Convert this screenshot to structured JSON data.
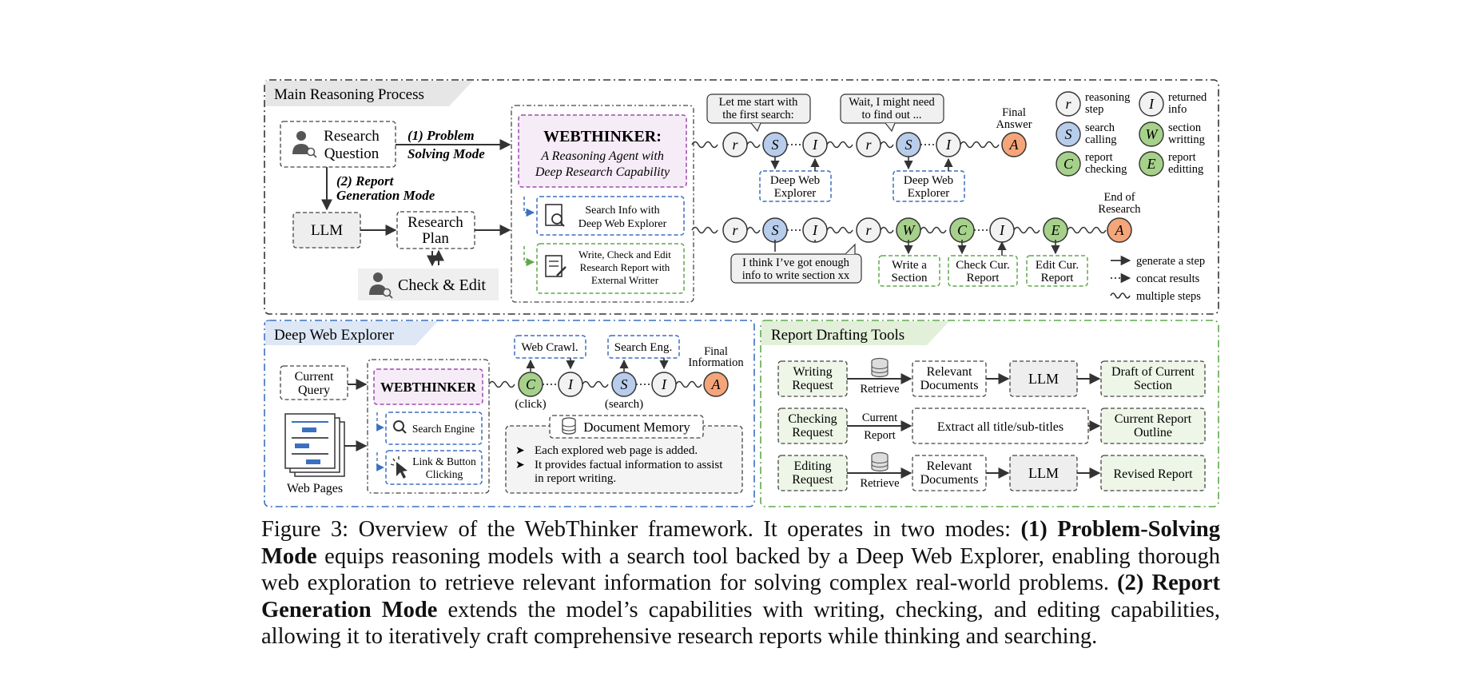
{
  "main": {
    "title": "Main Reasoning Process",
    "research_question": [
      "Research",
      "Question"
    ],
    "problem_mode": [
      "(1) Problem",
      "Solving Mode"
    ],
    "report_mode": [
      "(2) Report",
      "Generation Mode"
    ],
    "llm": "LLM",
    "research_plan": [
      "Research",
      "Plan"
    ],
    "check_edit": "Check & Edit",
    "webthinker_title": "WEBTHINKER:",
    "webthinker_subtitle": [
      "A Reasoning Agent with",
      "Deep Research Capability"
    ],
    "tool_search": [
      "Search Info with",
      "Deep Web Explorer"
    ],
    "tool_write": [
      "Write, Check and Edit",
      "Research Report with",
      "External Writter"
    ],
    "bubble1": [
      "Let me start with",
      "the first search:"
    ],
    "bubble2": [
      "Wait, I might need",
      "to find out ..."
    ],
    "bubble3": [
      "I think I’ve got enough",
      "info to write section xx"
    ],
    "final_answer": [
      "Final",
      "Answer"
    ],
    "end_research": [
      "End of",
      "Research"
    ],
    "dwe_box": [
      "Deep Web",
      "Explorer"
    ],
    "write_section": [
      "Write a",
      "Section"
    ],
    "check_report": [
      "Check Cur.",
      "Report"
    ],
    "edit_report": [
      "Edit Cur.",
      "Report"
    ],
    "row1_nodes": [
      "r",
      "S",
      "I",
      "r",
      "S",
      "I",
      "A"
    ],
    "row2_nodes": [
      "r",
      "S",
      "I",
      "r",
      "W",
      "C",
      "I",
      "E",
      "A"
    ]
  },
  "legend": {
    "items": [
      {
        "sym": "r",
        "lines": [
          "reasoning",
          "step"
        ],
        "color": "#f2f2f2"
      },
      {
        "sym": "I",
        "lines": [
          "returned",
          "info"
        ],
        "color": "#f2f2f2"
      },
      {
        "sym": "S",
        "lines": [
          "search",
          "calling"
        ],
        "color": "#b8cdeb"
      },
      {
        "sym": "W",
        "lines": [
          "section",
          "writting"
        ],
        "color": "#a6d18a"
      },
      {
        "sym": "C",
        "lines": [
          "report",
          "checking"
        ],
        "color": "#a6d18a"
      },
      {
        "sym": "E",
        "lines": [
          "report",
          "editting"
        ],
        "color": "#a6d18a"
      }
    ],
    "arrows": [
      "generate a step",
      "concat results",
      "multiple steps"
    ]
  },
  "dwe": {
    "title": "Deep Web Explorer",
    "current_query": [
      "Current",
      "Query"
    ],
    "web_pages": "Web Pages",
    "webthinker": "WEBTHINKER",
    "search_engine": "Search Engine",
    "link_click": [
      "Link & Button",
      "Clicking"
    ],
    "web_crawl": "Web Crawl.",
    "search_eng": "Search Eng.",
    "click_label": "(click)",
    "search_label": "(search)",
    "final_info": [
      "Final",
      "Information"
    ],
    "doc_memory": "Document Memory",
    "memory_bullets": [
      "Each explored web page is added.",
      "It provides factual information to assist",
      "in report writing."
    ],
    "nodes": [
      "C",
      "I",
      "S",
      "I",
      "A"
    ]
  },
  "tools": {
    "title": "Report Drafting Tools",
    "rows": [
      {
        "req": [
          "Writing",
          "Request"
        ],
        "mid": "Retrieve",
        "doc": [
          "Relevant",
          "Documents"
        ],
        "llm": "LLM",
        "out": [
          "Draft of Current",
          "Section"
        ]
      },
      {
        "req": [
          "Checking",
          "Request"
        ],
        "mid": [
          "Current",
          "Report"
        ],
        "extract": "Extract all title/sub-titles",
        "out": [
          "Current Report",
          "Outline"
        ]
      },
      {
        "req": [
          "Editing",
          "Request"
        ],
        "mid": "Retrieve",
        "doc": [
          "Relevant",
          "Documents"
        ],
        "llm": "LLM",
        "out": [
          "Revised Report"
        ]
      }
    ]
  },
  "caption": {
    "p1": "Figure 3: Overview of the WebThinker framework. It operates in two modes: ",
    "b1": "(1) Problem-Solving Mode",
    "p2": " equips reasoning models with a search tool backed by a Deep Web Explorer, enabling thorough web exploration to retrieve relevant information for solving complex real-world problems. ",
    "b2": "(2) Report Generation Mode",
    "p3": " extends the model’s capabilities with writing, checking, and editing capabilities, allowing it to iteratively craft comprehensive research reports while thinking and searching."
  },
  "colors": {
    "blue": "#b8cdeb",
    "green": "#a6d18a",
    "orange": "#f5a57a",
    "gray": "#f2f2f2",
    "purple": "#a04ab0",
    "dash_blue": "#3b6fc0",
    "dash_green": "#5fa84a"
  }
}
